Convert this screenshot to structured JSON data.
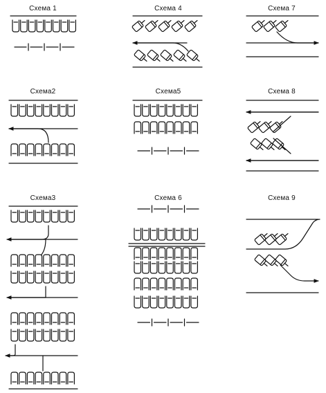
{
  "schemes": [
    {
      "id": 1,
      "title": "Схема 1"
    },
    {
      "id": 2,
      "title": "Схема2"
    },
    {
      "id": 3,
      "title": "Схема3"
    },
    {
      "id": 4,
      "title": "Схема 4"
    },
    {
      "id": 5,
      "title": "Схема5"
    },
    {
      "id": 6,
      "title": "Схема 6"
    },
    {
      "id": 7,
      "title": "Схема 7"
    },
    {
      "id": 8,
      "title": "Схема 8"
    },
    {
      "id": 9,
      "title": "Схема 9"
    }
  ],
  "colors": {
    "ink": "#111111",
    "paper": "#ffffff"
  }
}
